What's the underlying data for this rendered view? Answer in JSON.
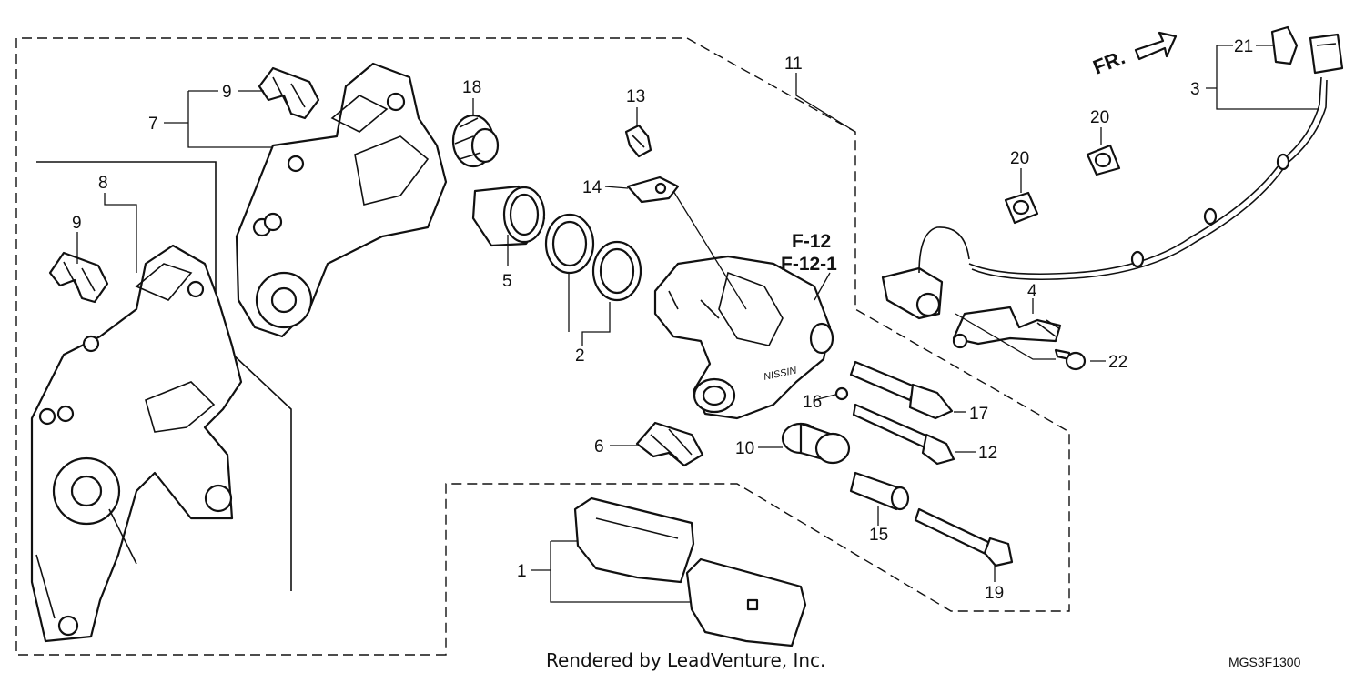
{
  "callouts": {
    "p1": "1",
    "p2": "2",
    "p3": "3",
    "p4": "4",
    "p5": "5",
    "p6": "6",
    "p7": "7",
    "p8": "8",
    "p9a": "9",
    "p9b": "9",
    "p10": "10",
    "p11": "11",
    "p12": "12",
    "p13": "13",
    "p14": "14",
    "p15": "15",
    "p16": "16",
    "p17": "17",
    "p18": "18",
    "p19": "19",
    "p20a": "20",
    "p20b": "20",
    "p21": "21",
    "p22": "22"
  },
  "refs": {
    "f12": "F-12",
    "f121": "F-12-1"
  },
  "direction": "FR.",
  "credit": "Rendered by LeadVenture, Inc.",
  "diagram_code": "MGS3F1300",
  "caliper_mark": "NISSIN"
}
